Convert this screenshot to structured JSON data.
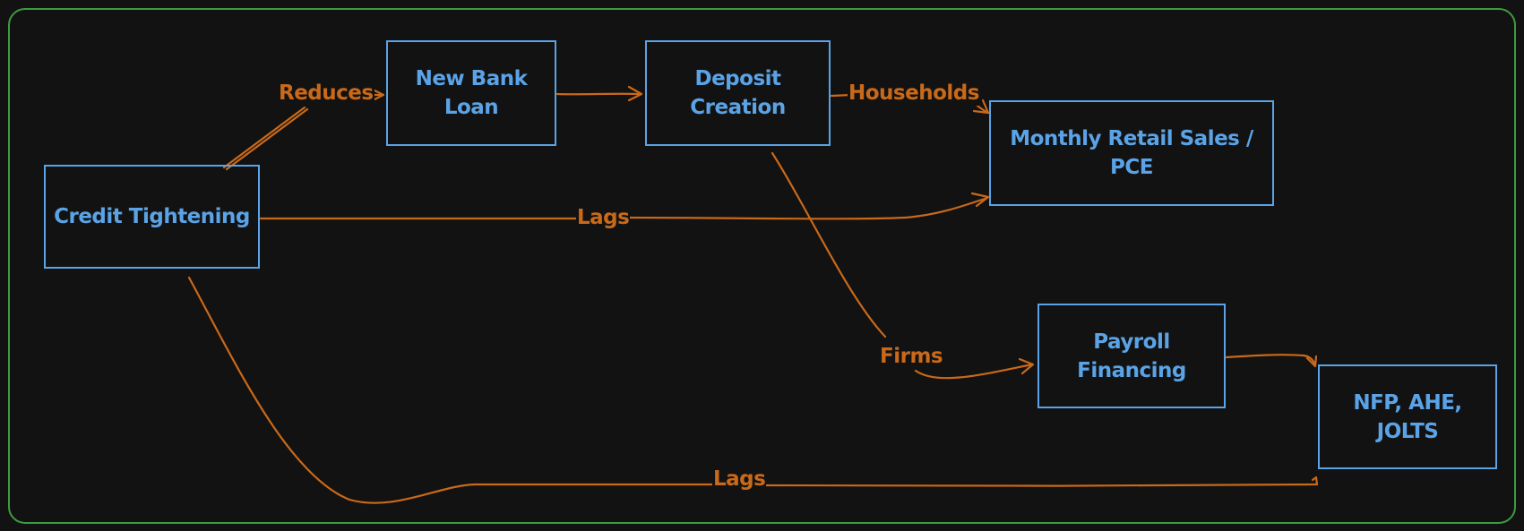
{
  "colors": {
    "background": "#121212",
    "frame": "#3f9b3f",
    "node": "#5aa3e6",
    "edge": "#c9691a"
  },
  "nodes": {
    "credit_tightening": "Credit Tightening",
    "new_bank_loan": "New Bank Loan",
    "deposit_creation": "Deposit Creation",
    "retail_sales": "Monthly Retail Sales / PCE",
    "payroll_financing": "Payroll Financing",
    "labor_data": "NFP, AHE, JOLTS"
  },
  "edges": {
    "reduces": "Reduces",
    "households": "Households",
    "lags_retail": "Lags",
    "firms": "Firms",
    "lags_labor": "Lags"
  }
}
